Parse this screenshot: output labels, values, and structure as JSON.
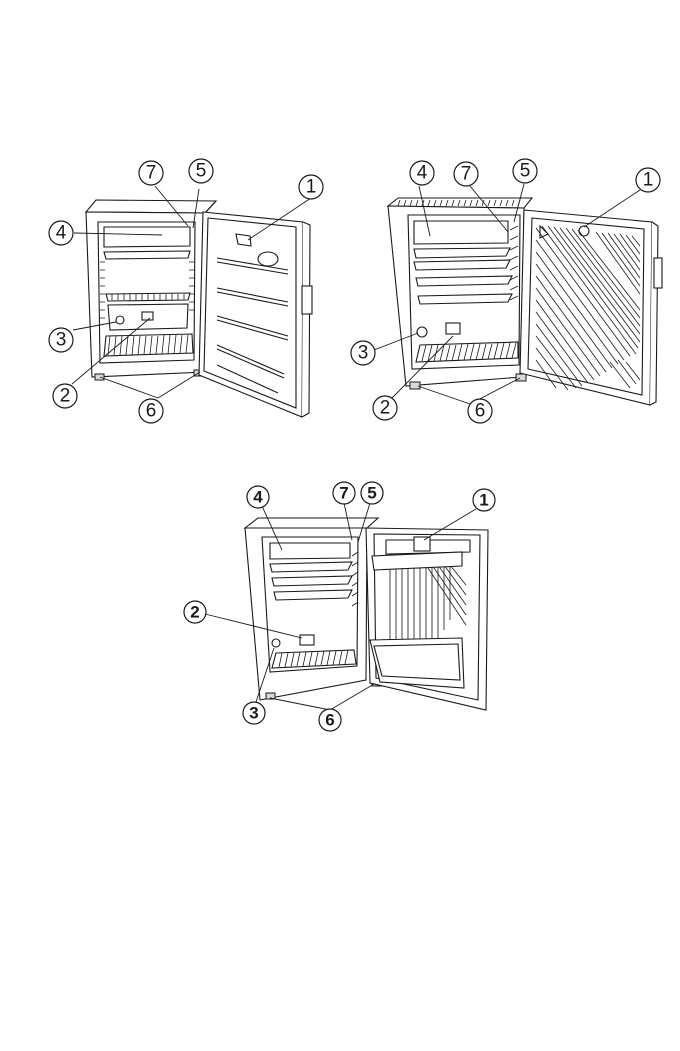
{
  "figures": [
    {
      "id": "fridge-top-left",
      "callouts": [
        "1",
        "2",
        "3",
        "4",
        "5",
        "6",
        "7"
      ]
    },
    {
      "id": "fridge-top-right",
      "callouts": [
        "1",
        "2",
        "3",
        "4",
        "5",
        "6",
        "7"
      ]
    },
    {
      "id": "fridge-bottom-center",
      "callouts": [
        "1",
        "2",
        "3",
        "4",
        "5",
        "6",
        "7"
      ]
    }
  ]
}
